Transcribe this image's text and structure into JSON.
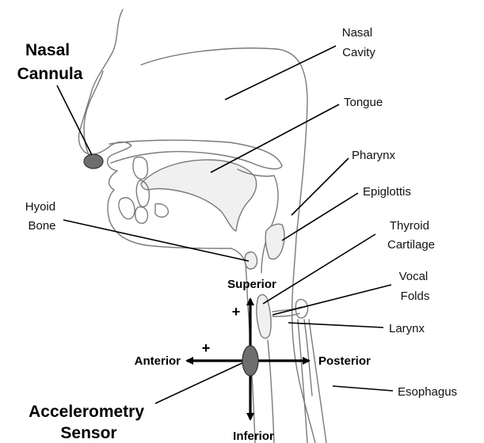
{
  "labels": {
    "nasal_cannula": [
      "Nasal",
      "Cannula"
    ],
    "nasal_cavity": [
      "Nasal",
      "Cavity"
    ],
    "tongue": "Tongue",
    "pharynx": "Pharynx",
    "epiglottis": "Epiglottis",
    "hyoid_bone": [
      "Hyoid",
      "Bone"
    ],
    "thyroid_cartilage": [
      "Thyroid",
      "Cartilage"
    ],
    "vocal_folds": [
      "Vocal",
      "Folds"
    ],
    "larynx": "Larynx",
    "esophagus": "Esophagus",
    "accelerometry_sensor": [
      "Accelerometry",
      "Sensor"
    ]
  },
  "axes": {
    "superior": "Superior",
    "inferior": "Inferior",
    "anterior": "Anterior",
    "posterior": "Posterior",
    "plus_superior": "+",
    "plus_anterior": "+"
  },
  "colors": {
    "sensor": "#6e6e6e",
    "outline": "#7a7a7a",
    "label_line": "#000000"
  }
}
